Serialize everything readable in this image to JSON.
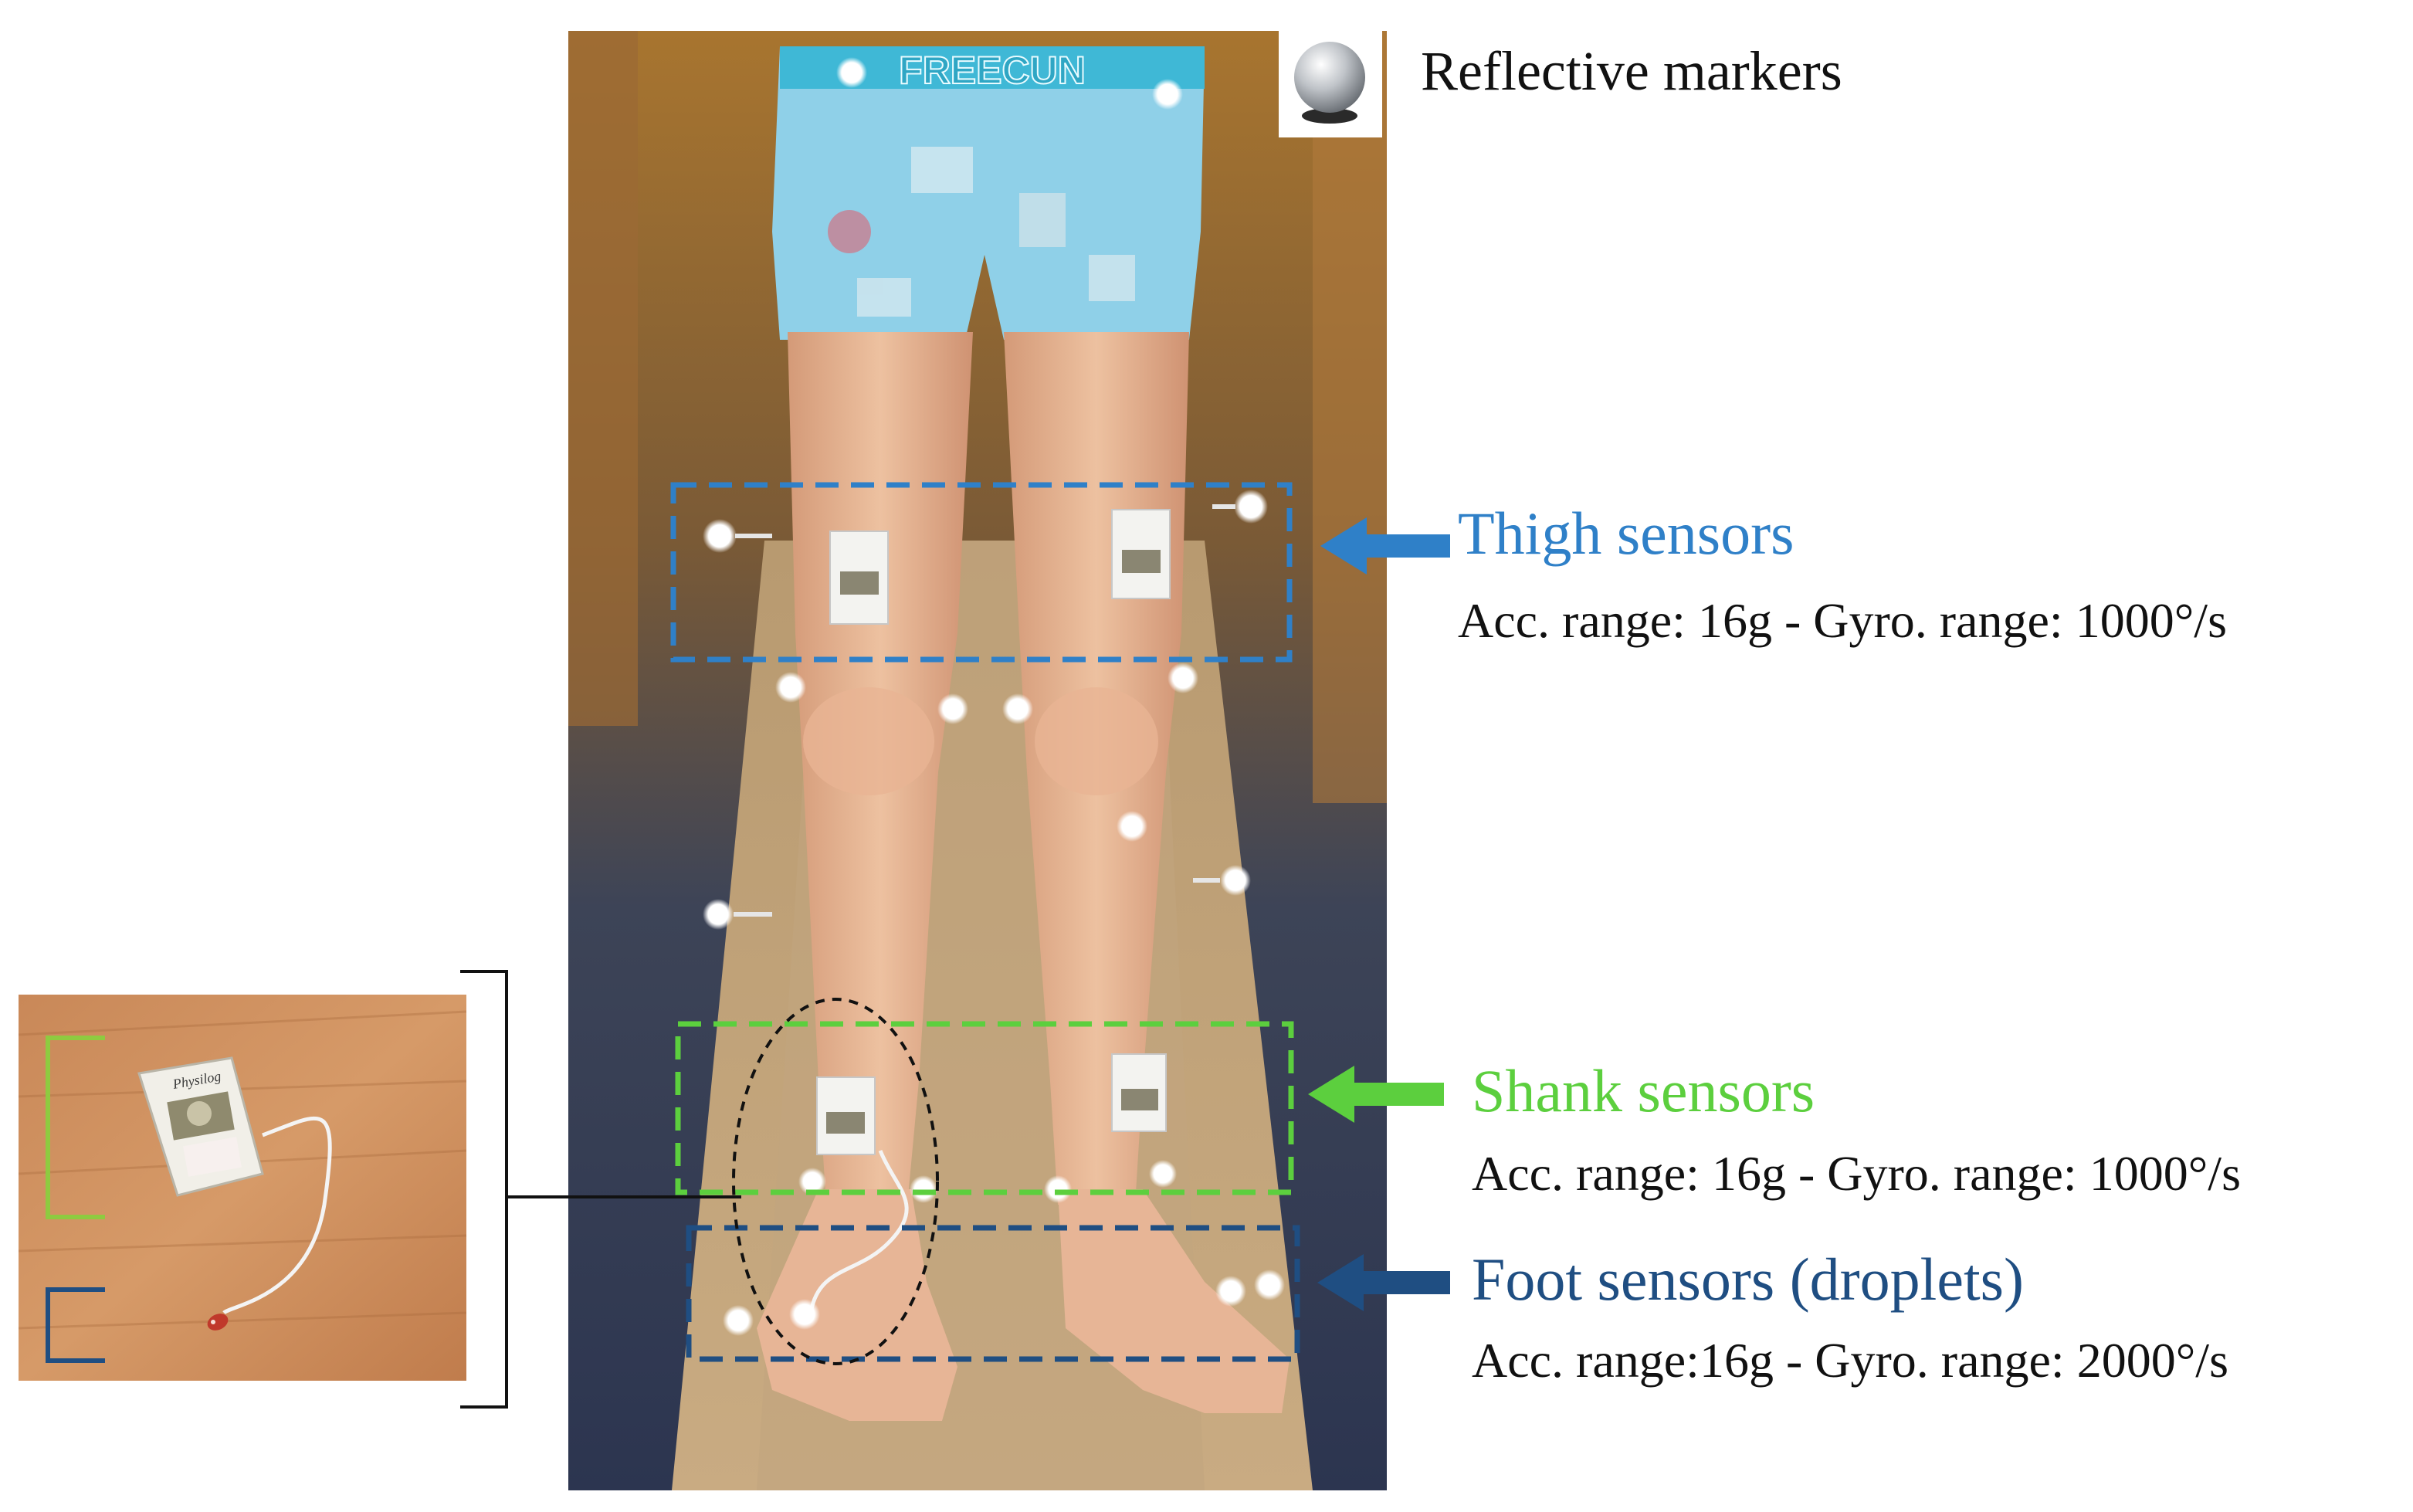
{
  "legend": {
    "marker_label": "Reflective markers",
    "marker_icon": "reflective-marker-icon"
  },
  "photo": {
    "waistband_text": "FREECUN",
    "device_brand": "Physilog"
  },
  "sensors": {
    "thigh": {
      "title": "Thigh sensors",
      "spec": "Acc. range: 16g - Gyro. range: 1000°/s",
      "color": "#2f80c8"
    },
    "shank": {
      "title": "Shank sensors",
      "spec": "Acc. range: 16g - Gyro. range: 1000°/s",
      "color": "#5ccf3e"
    },
    "foot": {
      "title": "Foot sensors (droplets)",
      "spec": "Acc. range:16g - Gyro. range: 2000°/s",
      "color": "#1f4e82"
    }
  }
}
